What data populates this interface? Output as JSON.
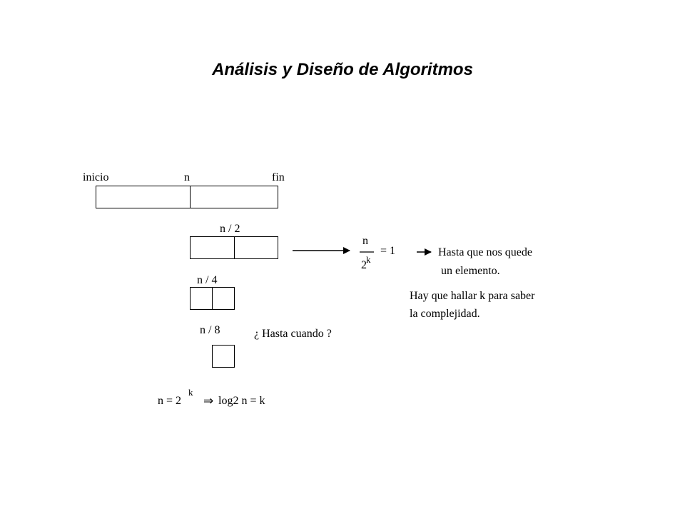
{
  "title": "Análisis y Diseño de Algoritmos",
  "labels": {
    "inicio": "inicio",
    "n": "n",
    "fin": "fin",
    "n_half": "n / 2",
    "n_quarter": "n / 4",
    "n_eighth": "n / 8"
  },
  "question": "¿ Hasta cuando ?",
  "fraction": {
    "numerator": "n",
    "denominator": "2",
    "exponent": "k",
    "equals": "= 1"
  },
  "notes": {
    "line1": "Hasta que nos quede",
    "line2": "un elemento.",
    "line3": "Hay que hallar k para saber",
    "line4": "la complejidad."
  },
  "formula": {
    "lhs": "n = 2",
    "exponent": "k",
    "implies": "⇒",
    "rhs": "log2 n = k"
  }
}
